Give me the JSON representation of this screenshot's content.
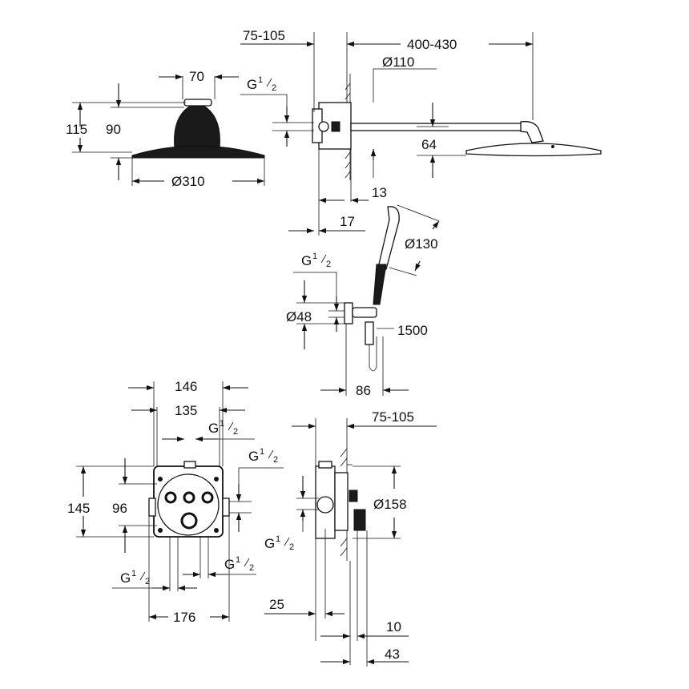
{
  "labels": {
    "overhead_width": "75-105",
    "arm_length": "400-430",
    "flange_dia": "Ø110",
    "g_half": "G",
    "g_frac_num": "1",
    "g_frac_den": "2",
    "head_top_width": "70",
    "head_height_total": "115",
    "head_height_body": "90",
    "head_dia": "Ø310",
    "head_thickness": "64",
    "offset_13": "13",
    "offset_17": "17",
    "hand_dia": "Ø130",
    "elbow_dia": "Ø48",
    "hose_length": "1500",
    "elbow_depth": "86",
    "box_outer": "146",
    "box_inner": "135",
    "box_height_outer": "145",
    "box_height_inner": "96",
    "box_base": "176",
    "plate_dia": "Ø158",
    "wall_depth": "75-105",
    "dim_25": "25",
    "dim_10": "10",
    "dim_43": "43"
  }
}
